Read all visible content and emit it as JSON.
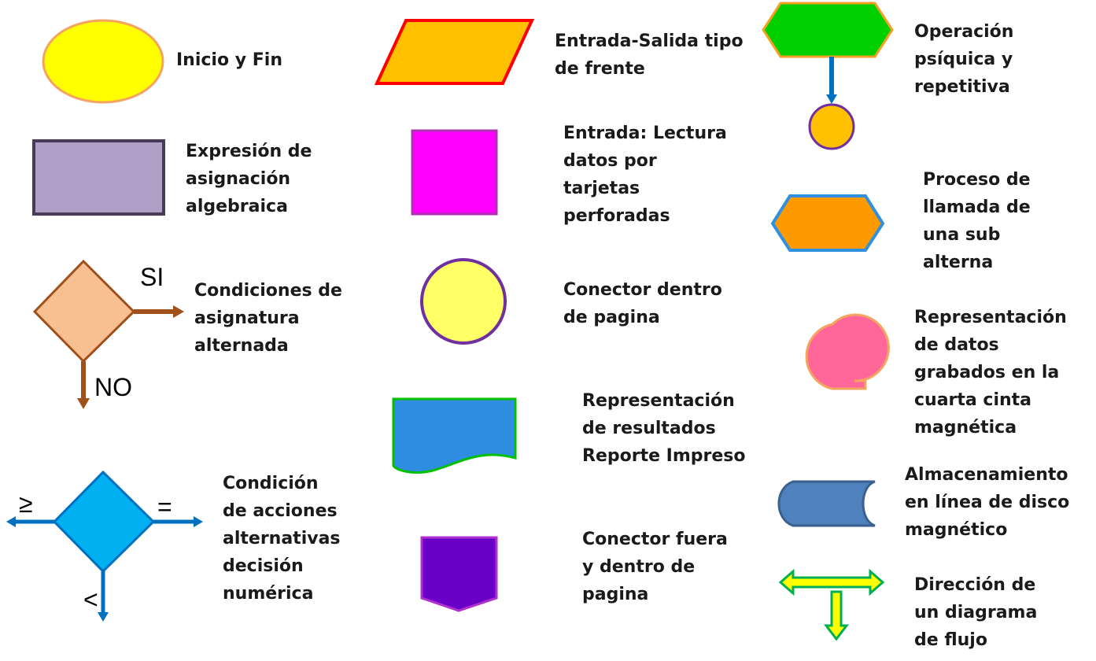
{
  "labels": {
    "inicio_fin": "Inicio y Fin",
    "expresion": "Expresión de\nasignación\nalgebraica",
    "condiciones": "Condiciones de\nasignatura\nalternada",
    "condicion_acciones": "Condición\nde acciones\nalternativas\ndecisión\nnumérica",
    "entrada_salida": "Entrada-Salida tipo\nde frente",
    "entrada_lectura": "Entrada: Lectura\ndatos por\ntarjetas\nperforadas",
    "conector_dentro": "Conector dentro\nde pagina",
    "representacion_resultados": "Representación\nde resultados\nReporte Impreso",
    "conector_fuera": "Conector fuera\ny dentro de\npagina",
    "operacion": "Operación\npsíquica y\nrepetitiva",
    "proceso_llamada": "Proceso de\nllamada de\nuna sub\nalterna",
    "representacion_datos": "Representación\nde datos\ngrabados en la\ncuarta cinta\nmagnética",
    "almacenamiento": "Almacenamiento\nen línea de disco\nmagnético",
    "direccion": "Dirección de\nun diagrama\nde flujo"
  },
  "decision_marks": {
    "si": "SI",
    "no": "NO",
    "gte": "≥",
    "eq": "=",
    "lt": "<"
  },
  "colors": {
    "oval_fill": "#ffff00",
    "oval_stroke": "#f4a460",
    "rect_fill": "#b0a0c8",
    "rect_stroke": "#4a3a5a",
    "diamond_fill": "#f8c090",
    "diamond_stroke": "#a0501a",
    "blue_diamond_fill": "#00b0f0",
    "blue_diamond_stroke": "#0070c0",
    "parallelogram_fill": "#ffc000",
    "parallelogram_stroke": "#ff0000",
    "card_fill": "#ff00ff",
    "connector_fill": "#ffff66",
    "connector_stroke": "#7030a0",
    "document_fill": "#2e8de0",
    "document_stroke": "#00c000",
    "offpage_fill": "#6a00c8",
    "hex_green_fill": "#00d000",
    "hex_green_stroke": "#f4a020",
    "hex_orange_fill": "#ff9900",
    "hex_orange_stroke": "#3090e0",
    "tape_fill": "#ff6699",
    "drum_fill": "#4f81bd",
    "flow_arrow_fill": "#ffff00",
    "flow_arrow_stroke": "#00b050"
  }
}
